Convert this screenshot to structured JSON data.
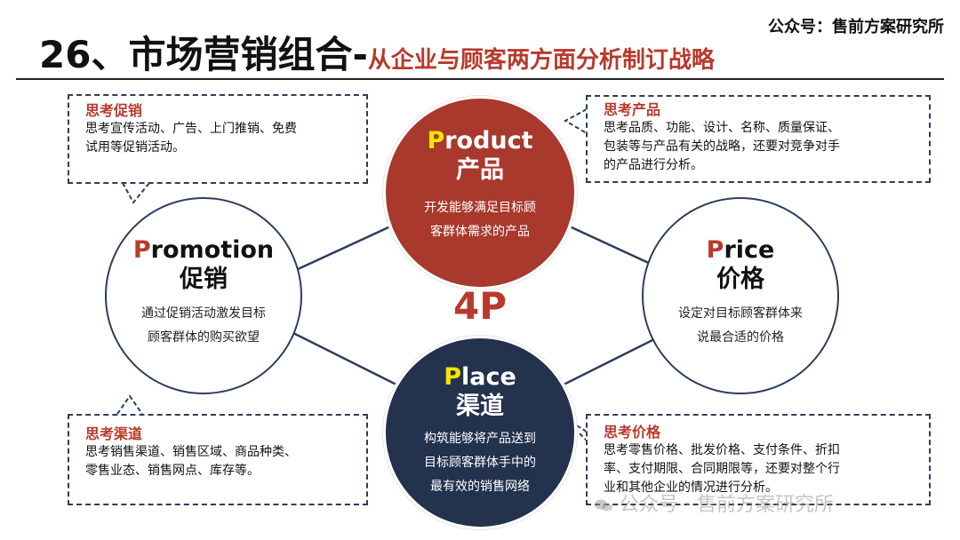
{
  "brand": "公众号：售前方案研究所",
  "title": {
    "main": "26、市场营销组合-",
    "sub": "从企业与顾客两方面分析制订战略"
  },
  "center_label": "4P",
  "nodes": {
    "product": {
      "initial": "P",
      "rest": "roduct",
      "cn": "产品",
      "desc_lines": [
        "开发能够满足目标顾",
        "客群体需求的产品"
      ]
    },
    "promotion": {
      "initial": "P",
      "rest": "romotion",
      "cn": "促销",
      "desc_lines": [
        "通过促销活动激发目标",
        "顾客群体的购买欲望"
      ]
    },
    "price": {
      "initial": "P",
      "rest": "rice",
      "cn": "价格",
      "desc_lines": [
        "设定对目标顾客群体来",
        "说最合适的价格"
      ]
    },
    "place": {
      "initial": "P",
      "rest": "lace",
      "cn": "渠道",
      "desc_lines": [
        "构筑能够将产品送到",
        "目标顾客群体手中的",
        "最有效的销售网络"
      ]
    }
  },
  "callouts": {
    "promotion": {
      "head": "思考促销",
      "lines": [
        "思考宣传活动、广告、上门推销、免费",
        "试用等促销活动。"
      ]
    },
    "product": {
      "head": "思考产品",
      "lines": [
        "思考品质、功能、设计、名称、质量保证、",
        "包装等与产品有关的战略，还要对竞争对手",
        "的产品进行分析。"
      ]
    },
    "place": {
      "head": "思考渠道",
      "lines": [
        "思考销售渠道、销售区域、商品种类、",
        "零售业态、销售网点、库存等。"
      ]
    },
    "price": {
      "head": "思考价格",
      "lines": [
        "思考零售价格、批发价格、支付条件、折扣",
        "率、支付期限、合同期限等，还要对整个行",
        "业和其他企业的情况进行分析。"
      ]
    }
  },
  "watermark": "公众号 · 售前方案研究所",
  "colors": {
    "accent_red": "#a8392c",
    "navy": "#23324d",
    "highlight_yellow": "#f5e400"
  }
}
